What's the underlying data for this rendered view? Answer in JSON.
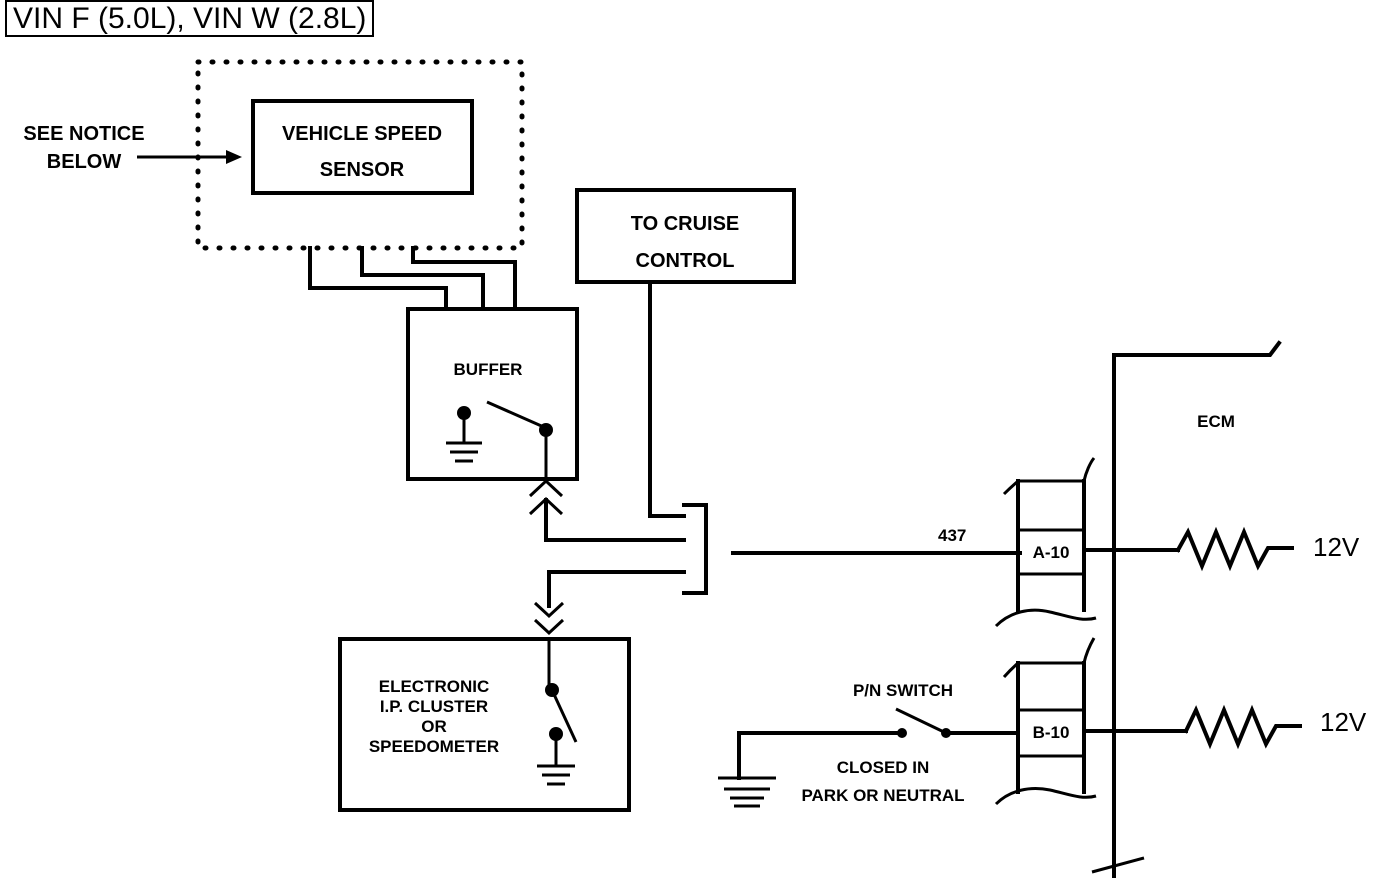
{
  "header": {
    "title": "VIN F (5.0L), VIN W (2.8L)"
  },
  "notice": {
    "line1": "SEE NOTICE",
    "line2": "BELOW"
  },
  "vehicle_speed_sensor": {
    "line1": "VEHICLE SPEED",
    "line2": "SENSOR"
  },
  "cruise_control": {
    "line1": "TO CRUISE",
    "line2": "CONTROL"
  },
  "buffer": {
    "label": "BUFFER"
  },
  "cluster": {
    "line1": "ELECTRONIC",
    "line2": "I.P. CLUSTER",
    "line3": "OR",
    "line4": "SPEEDOMETER"
  },
  "ecm": {
    "label": "ECM"
  },
  "wire": {
    "circuit": "437"
  },
  "terminals": {
    "a": "A-10",
    "b": "B-10"
  },
  "pn_switch": {
    "label": "P/N SWITCH",
    "note_line1": "CLOSED IN",
    "note_line2": "PARK OR NEUTRAL"
  },
  "supply": {
    "a": "12V",
    "b": "12V"
  }
}
